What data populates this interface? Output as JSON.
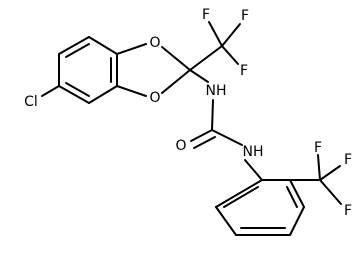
{
  "molecule": {
    "atoms": {
      "o_top": "O",
      "o_bottom": "O",
      "f_1": "F",
      "f_2": "F",
      "f_3": "F",
      "cl": "Cl",
      "nh_1": "NH",
      "o_carbonyl": "O",
      "nh_2": "NH",
      "f_4": "F",
      "f_5": "F",
      "f_6": "F"
    }
  }
}
